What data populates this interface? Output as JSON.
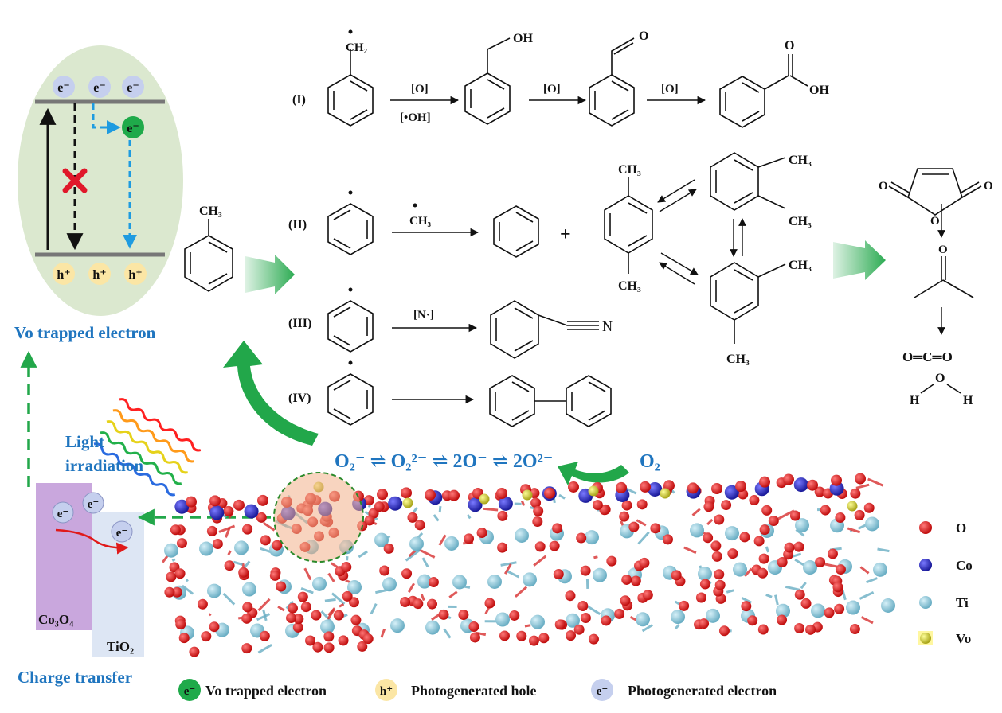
{
  "colors": {
    "accent_blue": "#1f75bf",
    "arrow_green": "#22a74a",
    "electron_blue": "#c5cfee",
    "trapped_green": "#1faa4a",
    "hole_yellow": "#fbe6a5",
    "oxygen": "#e01a1a",
    "cobalt": "#2a2ad4",
    "titanium": "#8ec9dc",
    "vacancy": "#e6e24a",
    "co3o4": "#c9a7dd",
    "tio2": "#dde6f4",
    "band_panel": "#dbe8cf"
  },
  "band": {
    "electron": "e⁻",
    "hole": "h⁺",
    "trapped_electron": "e⁻"
  },
  "labels": {
    "vo_trapped_title": "Vo trapped electron",
    "light_1": "Light",
    "light_2": "irradiation",
    "co3o4": "Co₃O₄",
    "tio2": "TiO₂",
    "charge_transfer": "Charge transfer",
    "oxygen_chain": "O₂⁻ ⇌ O₂²⁻ ⇌ 2O⁻ ⇌ 2O²⁻",
    "o2": "O₂"
  },
  "reactions": {
    "roman": [
      "(I)",
      "(II)",
      "(III)",
      "(IV)"
    ],
    "oxidant": "[O]",
    "hydroxyl": "[•OH]",
    "methyl_radical": "CH₃",
    "nitrogen_radical": "[N·]",
    "plus": "+",
    "ch2": "CH₂",
    "ch3": "CH₃",
    "oh": "OH",
    "o": "O",
    "n": "N",
    "co2": "O═C═O",
    "h": "H"
  },
  "legend": {
    "atoms": [
      "O",
      "Co",
      "Ti",
      "Vo"
    ],
    "bottom": [
      "Vo trapped electron",
      "Photogenerated hole",
      "Photogenerated electron"
    ]
  }
}
